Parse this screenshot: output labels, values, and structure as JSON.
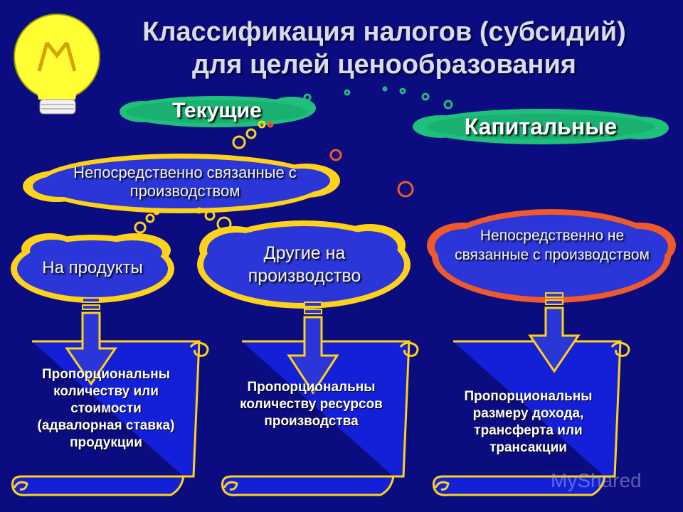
{
  "title": {
    "line1": "Классификация налогов (субсидий)",
    "line2": "для целей ценообразования"
  },
  "categories": {
    "current": "Текущие",
    "capital": "Капитальные"
  },
  "nodes": {
    "direct_production": "Непосредственно связанные с производством",
    "on_products": "На продукты",
    "other_production": "Другие на производство",
    "not_direct_production": "Непосредственно не связанные с производством"
  },
  "scrolls": {
    "left": "Пропорциональны количеству или стоимости (адвалорная ставка) продукции",
    "middle": "Пропорциональны количеству ресурсов производства",
    "right": "Пропорциональны размеру дохода, трансферта или трансакции"
  },
  "watermark": "MyShared",
  "colors": {
    "background": "#0b0c80",
    "cloud_green": "#1ec07a",
    "cloud_blue": "#2a36d8",
    "cloud_yellow": "#ffd21a",
    "cloud_red": "#f05a2a",
    "scroll_fill": "#1420d8",
    "bulb": "#ffff33"
  }
}
